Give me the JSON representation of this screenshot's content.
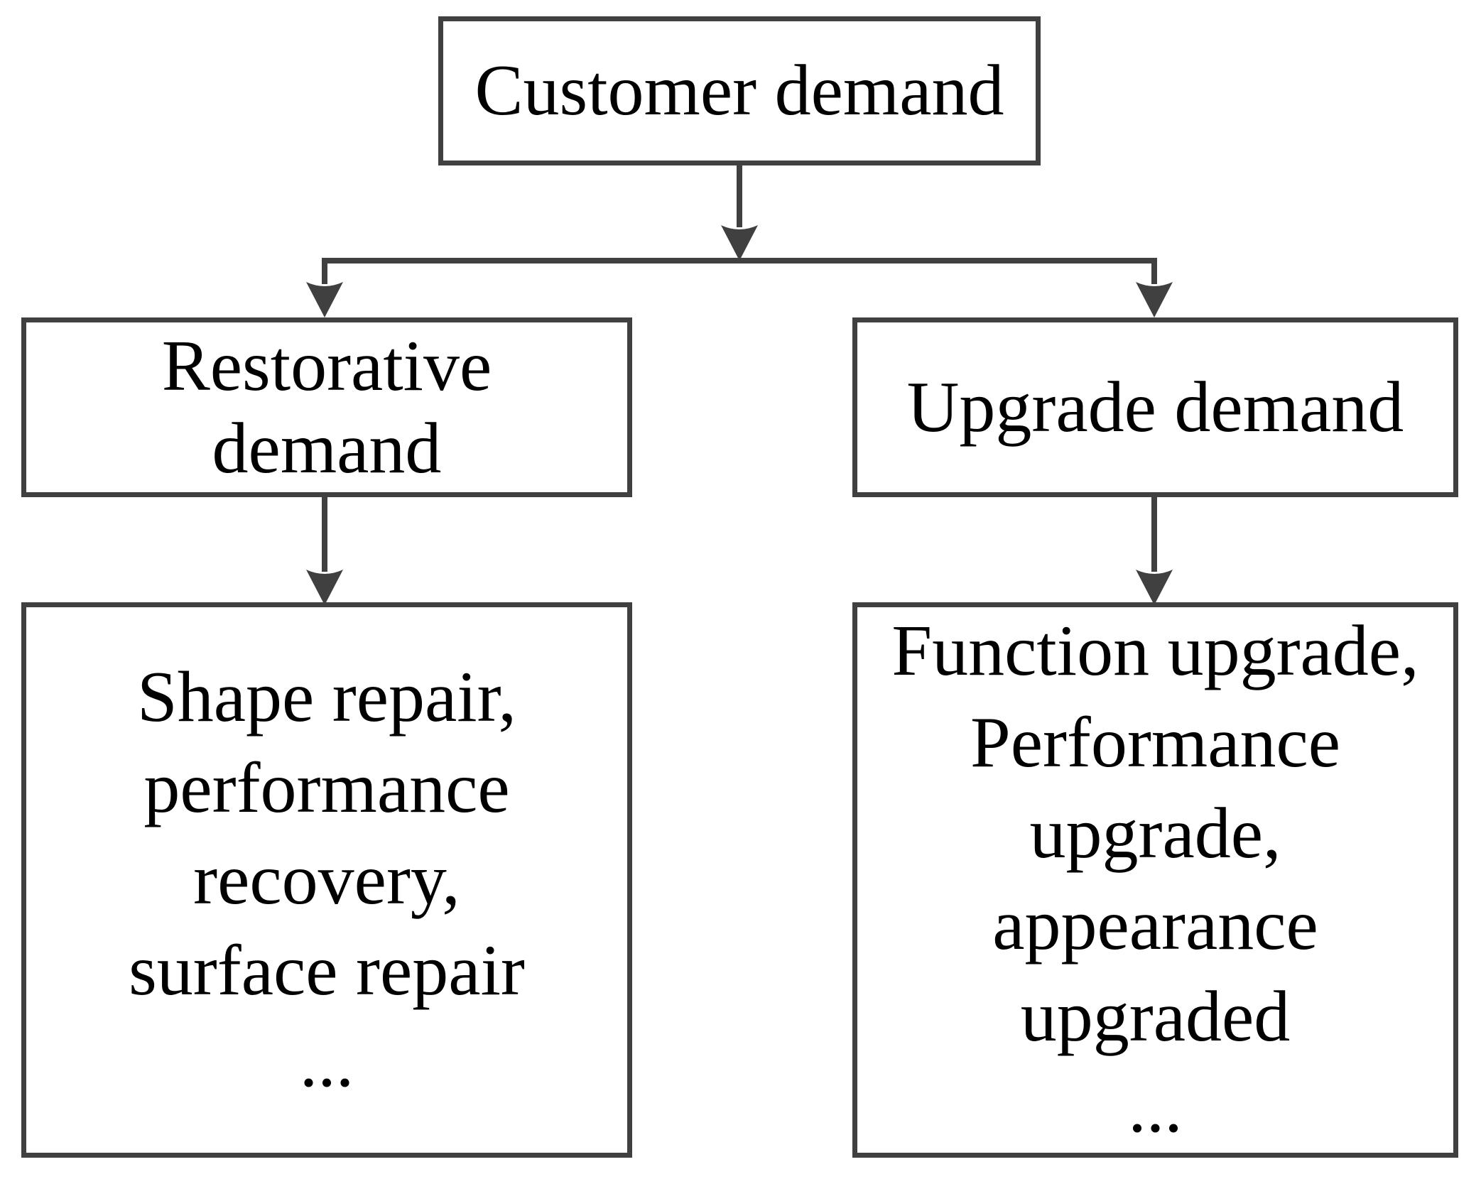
{
  "diagram": {
    "type": "flowchart",
    "colors": {
      "line": "#404040",
      "text": "#000000",
      "background": "#ffffff"
    },
    "root_box": {
      "label": "Customer demand",
      "lines": [
        "Customer demand"
      ]
    },
    "left_branch": {
      "header_box": {
        "label": "Restorative demand",
        "lines": [
          "Restorative",
          "demand"
        ]
      },
      "detail_box": {
        "label": "Shape repair, performance recovery, surface repair ...",
        "lines": [
          "Shape repair,",
          "performance",
          "recovery,",
          "surface repair",
          "..."
        ]
      }
    },
    "right_branch": {
      "header_box": {
        "label": "Upgrade demand",
        "lines": [
          "Upgrade demand"
        ]
      },
      "detail_box": {
        "label": "Function upgrade, Performance upgrade, appearance upgraded ...",
        "lines": [
          "Function upgrade,",
          "Performance",
          "upgrade,",
          "appearance",
          "upgraded",
          "..."
        ]
      }
    }
  }
}
